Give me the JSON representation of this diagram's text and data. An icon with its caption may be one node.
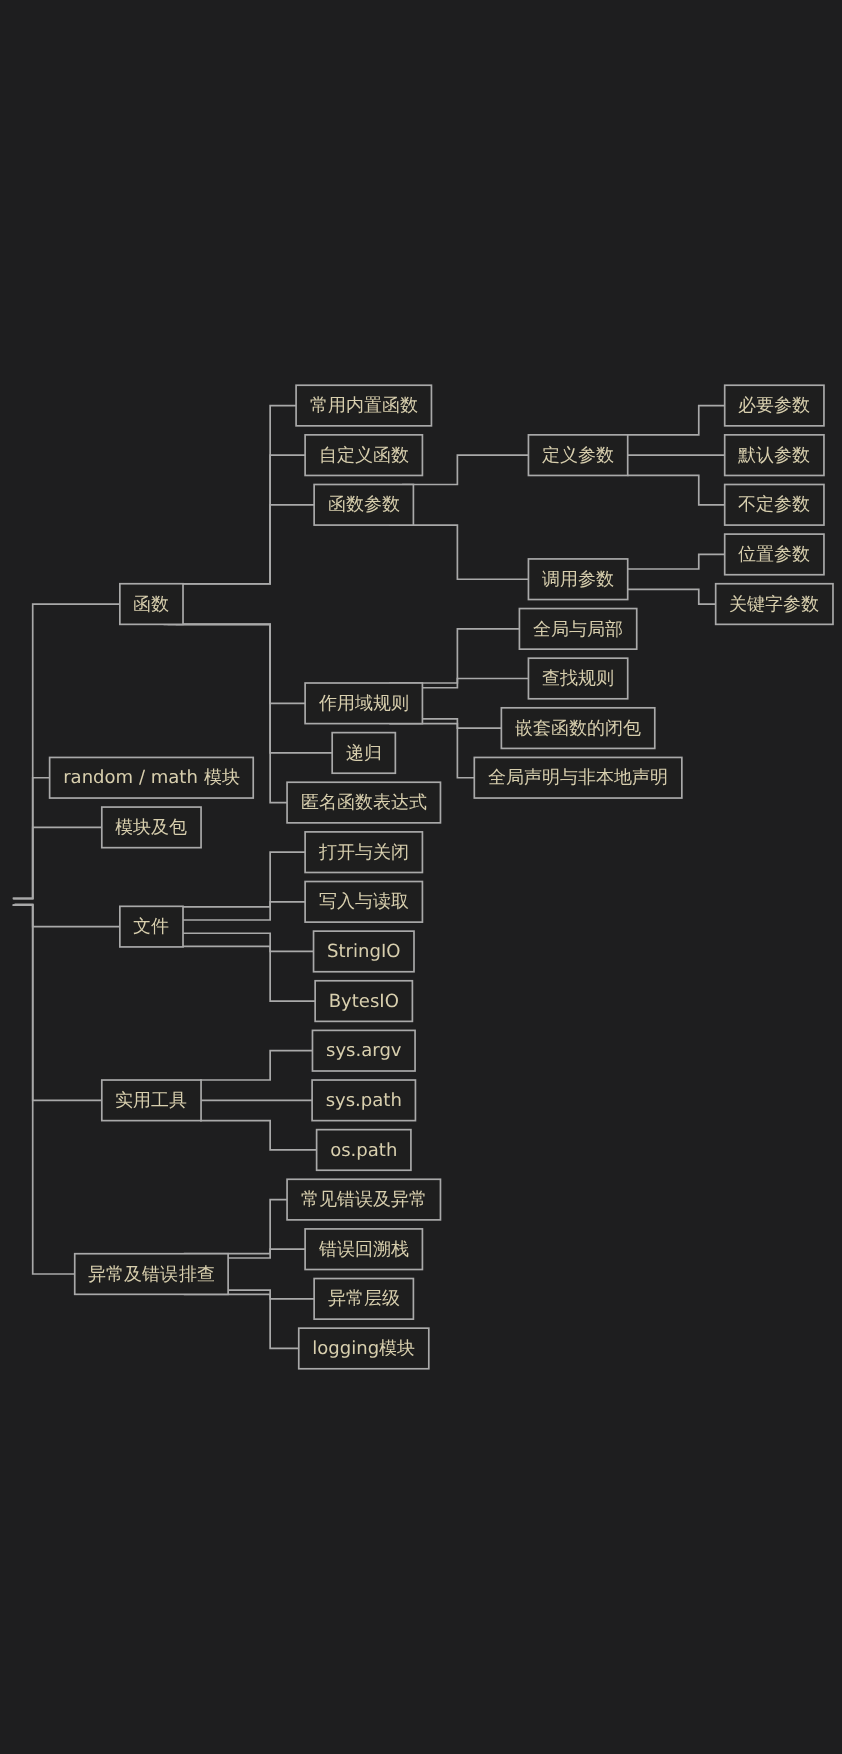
{
  "diagram": {
    "nodes": [
      {
        "text": [
          "函数"
        ]
      },
      {
        "text": [
          "常用内置函数"
        ]
      },
      {
        "text": [
          "自定义函数"
        ]
      },
      {
        "text": [
          "函数参数"
        ]
      },
      {
        "text": [
          "定义参数"
        ]
      },
      {
        "text": [
          "必要参数"
        ]
      },
      {
        "text": [
          "默认参数"
        ]
      },
      {
        "text": [
          "不定参数"
        ]
      },
      {
        "text": [
          "调用参数"
        ]
      },
      {
        "text": [
          "位置参数"
        ]
      },
      {
        "text": [
          "关键字参数"
        ]
      },
      {
        "text": [
          "作用域规则"
        ]
      },
      {
        "text": [
          "全局与局部"
        ]
      },
      {
        "text": [
          "查找规则"
        ]
      },
      {
        "text": [
          "嵌套函数的闭包"
        ]
      },
      {
        "text": [
          "全局声明与非本地声明"
        ]
      },
      {
        "text": [
          "递归"
        ]
      },
      {
        "text": [
          "匿名函数表达式"
        ]
      },
      {
        "text": [
          "random / math 模块"
        ]
      },
      {
        "text": [
          "模块及包"
        ]
      },
      {
        "text": [
          "文件"
        ]
      },
      {
        "text": [
          "打开与关闭"
        ]
      },
      {
        "text": [
          "写入与读取"
        ]
      },
      {
        "text": [
          "StringIO"
        ]
      },
      {
        "text": [
          "BytesIO"
        ]
      },
      {
        "text": [
          "实用工具"
        ]
      },
      {
        "text": [
          "sys.argv"
        ]
      },
      {
        "text": [
          "sys.path"
        ]
      },
      {
        "text": [
          "os.path"
        ]
      },
      {
        "text": [
          "异常及错误排查"
        ]
      },
      {
        "text": [
          "常见错误及异常"
        ]
      },
      {
        "text": [
          "错误回溯栈"
        ]
      },
      {
        "text": [
          "异常层级"
        ]
      },
      {
        "text": [
          "logging模块"
        ]
      }
    ],
    "edges": [
      {
        "from": null,
        "to": 0,
        "arrow": "none"
      },
      {
        "from": 0,
        "to": 1,
        "arrow": "none"
      },
      {
        "from": 0,
        "to": 2,
        "arrow": "none"
      },
      {
        "from": 0,
        "to": 3,
        "arrow": "none"
      },
      {
        "from": 3,
        "to": 4,
        "arrow": "none"
      },
      {
        "from": 4,
        "to": 5,
        "arrow": "none"
      },
      {
        "from": 4,
        "to": 6,
        "arrow": "none"
      },
      {
        "from": 4,
        "to": 7,
        "arrow": "none"
      },
      {
        "from": 3,
        "to": 8,
        "arrow": "none"
      },
      {
        "from": 8,
        "to": 9,
        "arrow": "none"
      },
      {
        "from": 8,
        "to": 10,
        "arrow": "none"
      },
      {
        "from": 0,
        "to": 11,
        "arrow": "none"
      },
      {
        "from": 11,
        "to": 12,
        "arrow": "none"
      },
      {
        "from": 11,
        "to": 13,
        "arrow": "none"
      },
      {
        "from": 11,
        "to": 14,
        "arrow": "none"
      },
      {
        "from": 11,
        "to": 15,
        "arrow": "none"
      },
      {
        "from": 0,
        "to": 16,
        "arrow": "none"
      },
      {
        "from": 0,
        "to": 17,
        "arrow": "none"
      },
      {
        "from": null,
        "to": 18,
        "arrow": "none"
      },
      {
        "from": null,
        "to": 19,
        "arrow": "none"
      },
      {
        "from": null,
        "to": 20,
        "arrow": "none"
      },
      {
        "from": 20,
        "to": 21,
        "arrow": "none"
      },
      {
        "from": 20,
        "to": 22,
        "arrow": "none"
      },
      {
        "from": 20,
        "to": 23,
        "arrow": "none"
      },
      {
        "from": 20,
        "to": 24,
        "arrow": "none"
      },
      {
        "from": null,
        "to": 25,
        "arrow": "none"
      },
      {
        "from": 25,
        "to": 26,
        "arrow": "none"
      },
      {
        "from": 25,
        "to": 27,
        "arrow": "none"
      },
      {
        "from": 25,
        "to": 28,
        "arrow": "none"
      },
      {
        "from": null,
        "to": 29,
        "arrow": "none"
      },
      {
        "from": 29,
        "to": 30,
        "arrow": "none"
      },
      {
        "from": 29,
        "to": 31,
        "arrow": "none"
      },
      {
        "from": 29,
        "to": 32,
        "arrow": "none"
      },
      {
        "from": 29,
        "to": 33,
        "arrow": "none"
      }
    ]
  }
}
